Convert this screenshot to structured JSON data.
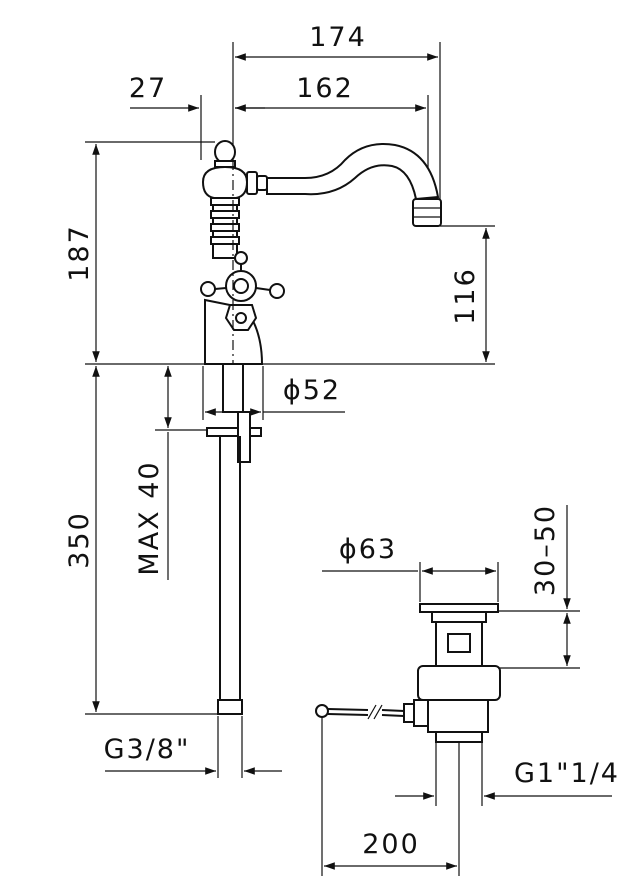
{
  "dimensions": {
    "overall_reach": "174",
    "spout_reach": "162",
    "body_offset": "27",
    "height_above_deck": "187",
    "spout_outlet_height": "116",
    "base_diameter": "ϕ52",
    "max_deck_thickness": "MAX 40",
    "tail_length": "350",
    "tail_thread": "G3/8\"",
    "waste_cap_diameter": "ϕ63",
    "waste_adjust_range": "30–50",
    "waste_thread": "G1\"1/4",
    "pull_rod_length": "200"
  }
}
